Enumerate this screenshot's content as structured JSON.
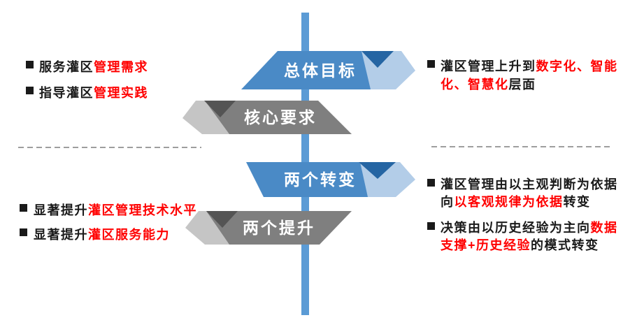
{
  "colors": {
    "banner_blue": "#4a8ac6",
    "banner_blue_dark": "#2565a3",
    "banner_blue_light": "#b3cde8",
    "banner_gray": "#7f7f7f",
    "banner_gray_dark": "#545454",
    "banner_gray_light": "#c5c5c5",
    "axis_blue": "#5b9bd5",
    "dash_gray": "#9e9e9e",
    "text_black": "#1a1a1a",
    "text_red": "#ff0000",
    "banner_text": "#ffffff"
  },
  "banners": {
    "overall_goal": {
      "label": "总体目标"
    },
    "core_requirement": {
      "label": "核心要求"
    },
    "two_transitions": {
      "label": "两个转变"
    },
    "two_improvements": {
      "label": "两个提升"
    }
  },
  "bullets": {
    "left_top": [
      {
        "segments": [
          {
            "t": "服务灌区"
          },
          {
            "t": "管理需求",
            "red": true
          }
        ]
      },
      {
        "segments": [
          {
            "t": "指导灌区"
          },
          {
            "t": "管理实践",
            "red": true
          }
        ]
      }
    ],
    "left_bottom": [
      {
        "segments": [
          {
            "t": "显著提升"
          },
          {
            "t": "灌区管理技术水平",
            "red": true
          }
        ]
      },
      {
        "segments": [
          {
            "t": "显著提升"
          },
          {
            "t": "灌区服务能力",
            "red": true
          }
        ]
      }
    ],
    "right_top": [
      {
        "segments": [
          {
            "t": "灌区管理上升到"
          },
          {
            "t": "数字化、智能",
            "red": true
          },
          {
            "br": true
          },
          {
            "t": "化、智慧化",
            "red": true
          },
          {
            "t": "层面"
          }
        ]
      }
    ],
    "right_bottom": [
      {
        "segments": [
          {
            "t": "灌区管理由以主观判断为依据"
          },
          {
            "br": true
          },
          {
            "t": "向"
          },
          {
            "t": "以客观规律为依据",
            "red": true
          },
          {
            "t": "转变"
          }
        ]
      },
      {
        "segments": [
          {
            "t": "决策由以历史经验为主向"
          },
          {
            "t": "数据",
            "red": true
          },
          {
            "br": true
          },
          {
            "t": "支撑+历史经验",
            "red": true
          },
          {
            "t": "的模式转变"
          }
        ]
      }
    ]
  }
}
